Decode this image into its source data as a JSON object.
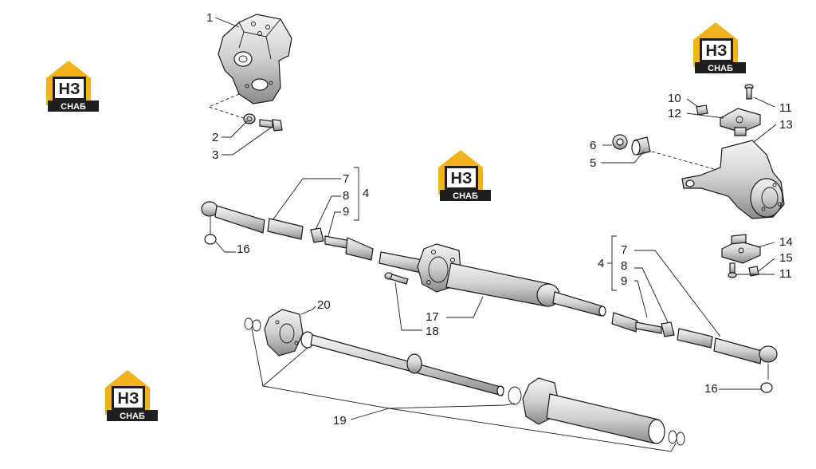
{
  "watermark": {
    "mark": "НЗ",
    "text": "СНАБ",
    "colors": {
      "roof": "#f2b21b",
      "dark": "#1f1f1f",
      "light": "#ffffff"
    }
  },
  "callouts": {
    "c1": "1",
    "c2": "2",
    "c3": "3",
    "c4a": "4",
    "c4b": "4",
    "c5": "5",
    "c6": "6",
    "c7a": "7",
    "c7b": "7",
    "c8a": "8",
    "c8b": "8",
    "c9a": "9",
    "c9b": "9",
    "c10": "10",
    "c11a": "11",
    "c11b": "11",
    "c12": "12",
    "c13": "13",
    "c14": "14",
    "c15": "15",
    "c16a": "16",
    "c16b": "16",
    "c17": "17",
    "c18": "18",
    "c19": "19",
    "c20": "20"
  }
}
